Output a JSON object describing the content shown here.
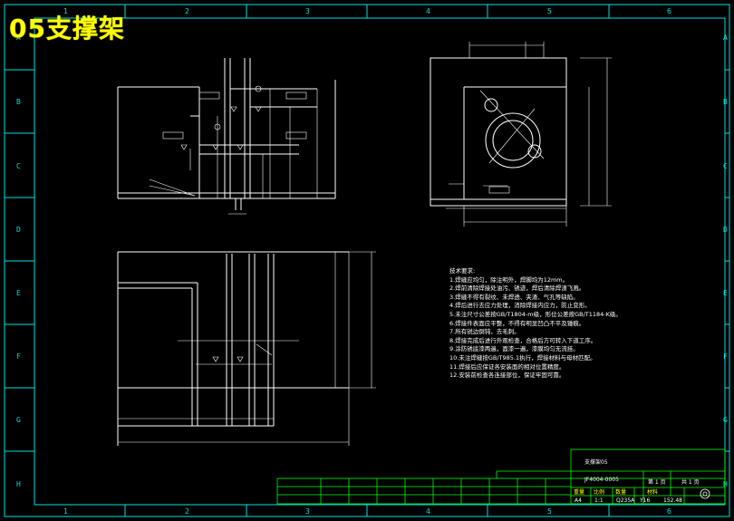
{
  "title": "05支撑架",
  "stamp": "05支撑架",
  "frame": {
    "top_columns": [
      "1",
      "2",
      "3",
      "4",
      "5",
      "6"
    ],
    "bottom_columns": [
      "1",
      "2",
      "3",
      "4",
      "5",
      "6"
    ],
    "left_rows": [
      "A",
      "B",
      "C",
      "D",
      "E",
      "F",
      "G",
      "H"
    ],
    "right_rows": [
      "A",
      "B",
      "C",
      "D",
      "E",
      "F",
      "G",
      "H"
    ]
  },
  "notes": {
    "heading": "技术要求:",
    "lines": [
      "1.焊缝应均匀，除注明外，焊脚均为12mm。",
      "2.焊前清除焊接处油污、锈迹，焊后清除焊渣飞溅。",
      "3.焊缝不得有裂纹、未焊透、夹渣、气孔等缺陷。",
      "4.焊后进行去应力处理，消除焊接内应力，防止变形。",
      "5.未注尺寸公差按GB/T1804-m级，形位公差按GB/T1184-K级。",
      "6.焊接件表面应平整，不得有明显凹凸不平及锤痕。",
      "7.所有锐边倒钝，去毛刺。",
      "8.焊接完成后进行外观检查，合格后方可转入下道工序。",
      "9.涂防锈底漆两遍，面漆一遍，漆膜均匀无流挂。",
      "10.未注焊缝按GB/T985.1执行，焊接材料与母材匹配。",
      "11.焊接后应保证各安装面的相对位置精度。",
      "12.安装前检查各连接部位，保证牢固可靠。"
    ]
  },
  "title_block": {
    "part_name": "支撑架05",
    "drawing_no": "JF4004-0005",
    "sheet": "第 1 页",
    "total": "共 1 页",
    "scale": "1:1",
    "material": "Q235A",
    "mass": "152.48",
    "size": "A4",
    "weight_label": "重量",
    "scale_label": "比例",
    "quantity": "数量",
    "material_label": "材料",
    "standard": "Y16"
  },
  "colors": {
    "background": "#000000",
    "frame": "#00e0e0",
    "geometry": "#ffffff",
    "dimension": "#ffffff",
    "title_text": "#ffff00",
    "title_block": "#00ff00"
  }
}
